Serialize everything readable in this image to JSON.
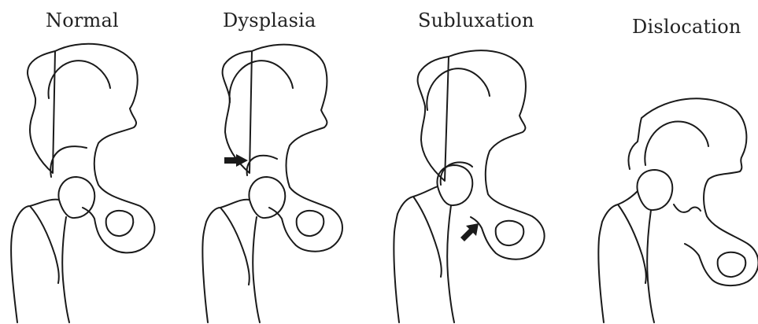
{
  "panels": [
    {
      "label": "Normal"
    },
    {
      "label": "Dysplasia"
    },
    {
      "label": "Subluxation"
    },
    {
      "label": "Dislocation"
    }
  ],
  "colors": {
    "ink": "#1a1a1a",
    "background": "#ffffff"
  },
  "icons": [
    "right-arrow-icon",
    "diagonal-arrow-icon"
  ]
}
